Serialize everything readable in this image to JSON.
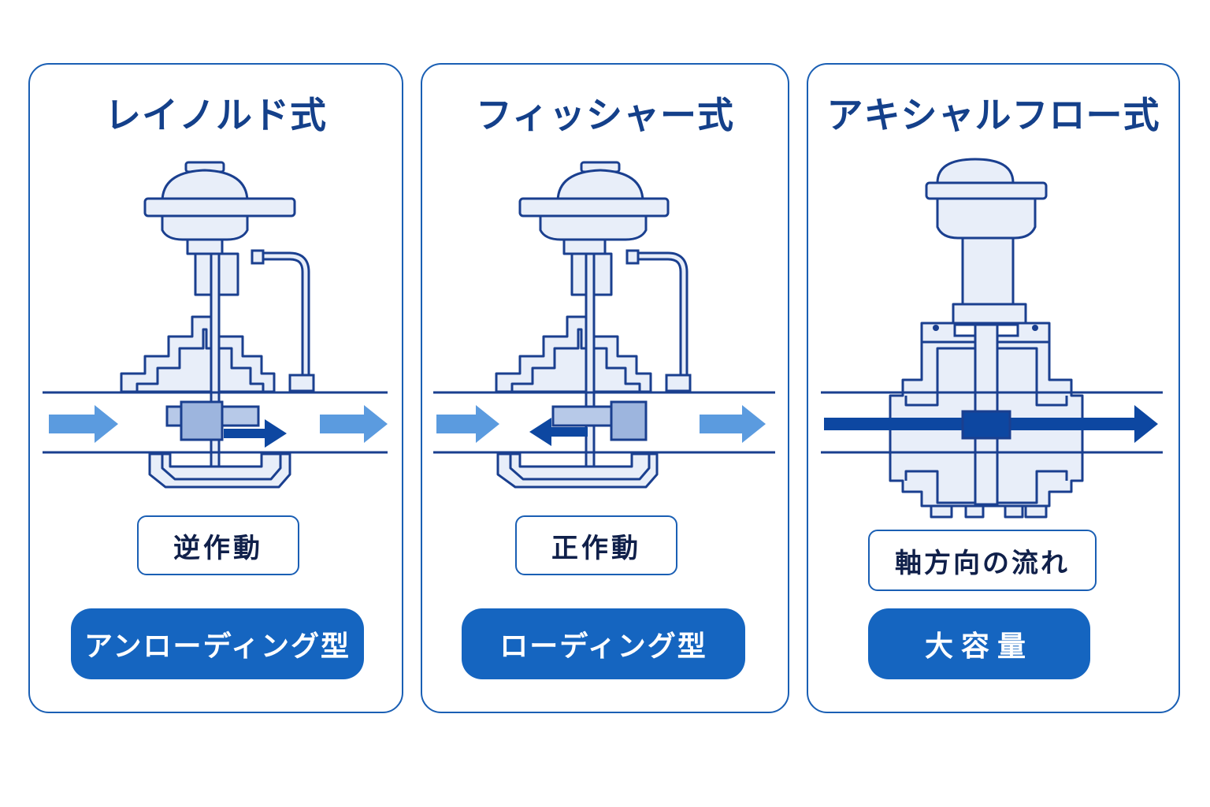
{
  "colors": {
    "border": "#1a5fb4",
    "title": "#14408a",
    "body_fill": "#e8eef9",
    "plug_fill": "#b7c9e8",
    "flow_light": "#5b9bdf",
    "flow_dark": "#0d47a1",
    "pill": "#1565c0"
  },
  "panels": [
    {
      "title": "レイノルド式",
      "action": "逆作動",
      "type": "アンローディング型"
    },
    {
      "title": "フィッシャー式",
      "action": "正作動",
      "type": "ローディング型"
    },
    {
      "title": "アキシャルフロー式",
      "action": "軸方向の流れ",
      "type": "大容量"
    }
  ]
}
